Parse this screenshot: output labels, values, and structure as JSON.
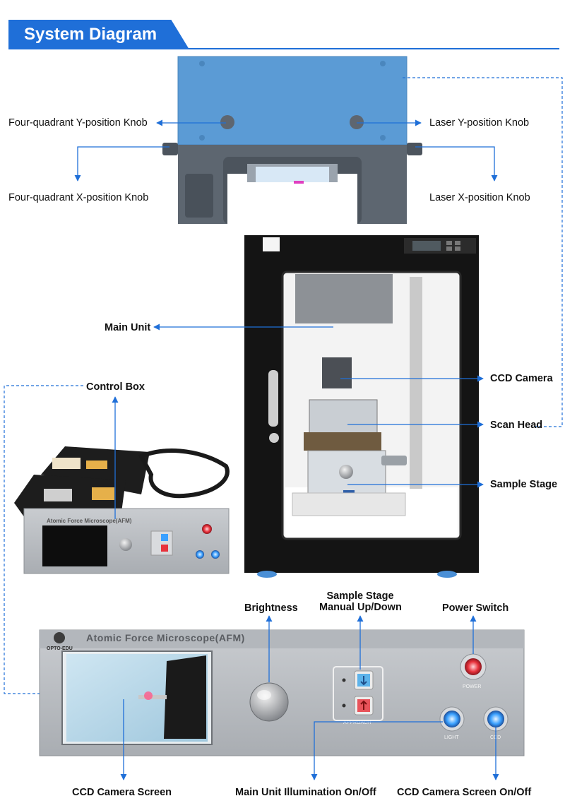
{
  "header": {
    "title": "System Diagram"
  },
  "labels": {
    "fq_y_knob": "Four-quadrant Y-position Knob",
    "fq_x_knob": "Four-quadrant X-position Knob",
    "laser_y_knob": "Laser Y-position Knob",
    "laser_x_knob": "Laser X-position Knob",
    "main_unit": "Main Unit",
    "ccd_camera": "CCD Camera",
    "scan_head": "Scan Head",
    "sample_stage": "Sample Stage",
    "control_box": "Control Box",
    "brightness": "Brightness",
    "stage_updown_line1": "Sample Stage",
    "stage_updown_line2": "Manual Up/Down",
    "power_switch": "Power Switch",
    "ccd_screen": "CCD Camera Screen",
    "illumination": "Main Unit Illumination On/Off",
    "ccd_screen_onoff": "CCD Camera Screen On/Off"
  },
  "device": {
    "panel_title": "Atomic Force Microscope(AFM)",
    "panel_title_small": "Atomic Force Microscope(AFM)",
    "brand": "OPTO-EDU",
    "power_label": "POWER",
    "light_label": "LIGHT",
    "ccd_label": "CCD",
    "approach_label": "APPROACH"
  },
  "colors": {
    "accent": "#1f6fd8",
    "scan_head_blue": "#5b9bd5",
    "panel_grey": "#b8bcc0",
    "cabinet_black": "#141414",
    "power_red": "#e8323c",
    "led_blue": "#3aa0ff"
  }
}
